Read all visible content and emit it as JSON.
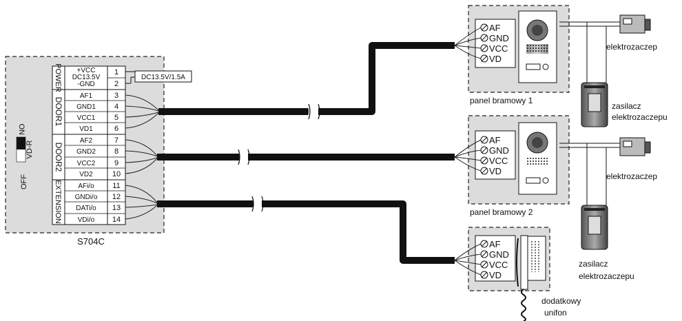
{
  "controller": {
    "name": "S704C",
    "switch": {
      "label": "VD-R",
      "on": "ON",
      "off": "OFF"
    },
    "groups": [
      "POWER",
      "DOOR1",
      "DOOR2",
      "EXTENSION"
    ],
    "terminals": [
      {
        "label": "+VCC",
        "num": "1"
      },
      {
        "label": "-GND",
        "num": "2"
      },
      {
        "label": "AF1",
        "num": "3"
      },
      {
        "label": "GND1",
        "num": "4"
      },
      {
        "label": "VCC1",
        "num": "5"
      },
      {
        "label": "VD1",
        "num": "6"
      },
      {
        "label": "AF2",
        "num": "7"
      },
      {
        "label": "GND2",
        "num": "8"
      },
      {
        "label": "VCC2",
        "num": "9"
      },
      {
        "label": "VD2",
        "num": "10"
      },
      {
        "label": "AFi/o",
        "num": "11"
      },
      {
        "label": "GNDi/o",
        "num": "12"
      },
      {
        "label": "DATi/o",
        "num": "13"
      },
      {
        "label": "VDi/o",
        "num": "14"
      }
    ],
    "power_mid": "DC13.5V",
    "psu_label": "DC13.5V/1.5A"
  },
  "panel1": {
    "caption": "panel bramowy 1",
    "terms": [
      "AF",
      "GND",
      "VCC",
      "VD"
    ]
  },
  "panel2": {
    "caption": "panel bramowy 2",
    "terms": [
      "AF",
      "GND",
      "VCC",
      "VD"
    ]
  },
  "handset": {
    "caption_line1": "dodatkowy",
    "caption_line2": "unifon",
    "terms": [
      "AF",
      "GND",
      "VCC",
      "VD"
    ]
  },
  "lock1": {
    "label": "elektrozaczep"
  },
  "lock2": {
    "label": "elektrozaczep"
  },
  "supply1": {
    "line1": "zasilacz",
    "line2": "elektrozaczepu"
  },
  "supply2": {
    "line1": "zasilacz",
    "line2": "elektrozaczepu"
  }
}
